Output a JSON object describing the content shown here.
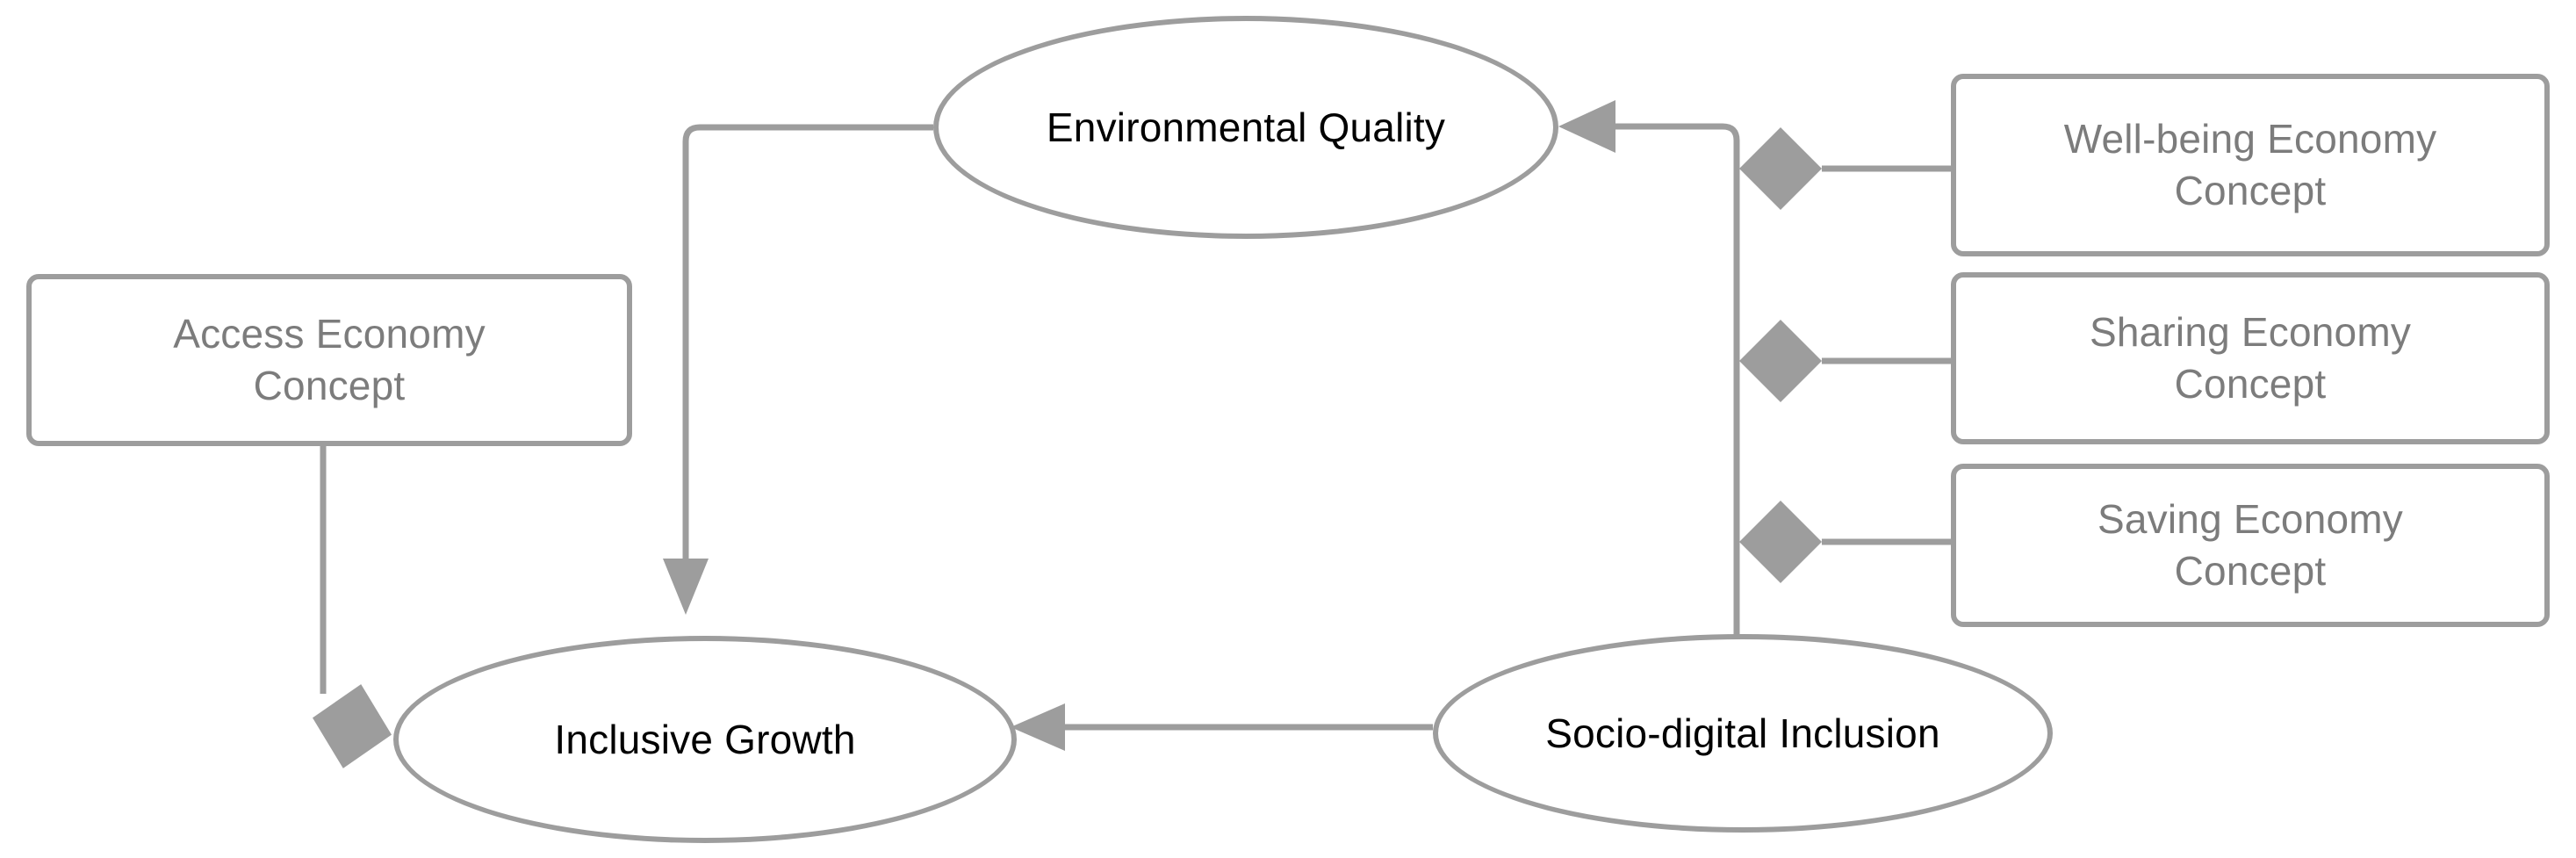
{
  "diagram": {
    "title": "",
    "palette": {
      "stroke": "#9d9d9d",
      "diamond_fill": "#9d9d9d",
      "ellipse_text": "#000000",
      "rect_text": "#7c7c7c",
      "background": "#ffffff"
    },
    "nodes": {
      "environmental_quality": {
        "label": "Environmental Quality",
        "shape": "ellipse"
      },
      "inclusive_growth": {
        "label": "Inclusive Growth",
        "shape": "ellipse"
      },
      "socio_digital_inclusion": {
        "label": "Socio-digital Inclusion",
        "shape": "ellipse"
      },
      "access_economy": {
        "label": "Access Economy\nConcept",
        "line1": "Access Economy",
        "line2": "Concept",
        "shape": "rounded-rect"
      },
      "wellbeing_economy": {
        "label": "Well-being Economy\nConcept",
        "line1": "Well-being Economy",
        "line2": "Concept",
        "shape": "rounded-rect"
      },
      "sharing_economy": {
        "label": "Sharing Economy\nConcept",
        "line1": "Sharing Economy",
        "line2": "Concept",
        "shape": "rounded-rect"
      },
      "saving_economy": {
        "label": "Saving Economy\nConcept",
        "line1": "Saving Economy",
        "line2": "Concept",
        "shape": "rounded-rect"
      }
    },
    "edges": [
      {
        "id": "env-to-inclusive",
        "from": "environmental_quality",
        "to": "inclusive_growth",
        "marker": "arrow",
        "style": "orthogonal"
      },
      {
        "id": "socio-to-inclusive",
        "from": "socio_digital_inclusion",
        "to": "inclusive_growth",
        "marker": "arrow",
        "style": "straight"
      },
      {
        "id": "socio-to-env",
        "from": "socio_digital_inclusion",
        "to": "environmental_quality",
        "marker": "arrow",
        "style": "orthogonal"
      },
      {
        "id": "access-to-inclusive",
        "from": "access_economy",
        "to": "inclusive_growth",
        "marker": "diamond",
        "style": "orthogonal"
      },
      {
        "id": "wellbeing-to-trunk",
        "from": "wellbeing_economy",
        "to": "socio_digital_inclusion",
        "marker": "diamond",
        "style": "orthogonal"
      },
      {
        "id": "sharing-to-trunk",
        "from": "sharing_economy",
        "to": "socio_digital_inclusion",
        "marker": "diamond",
        "style": "orthogonal"
      },
      {
        "id": "saving-to-trunk",
        "from": "saving_economy",
        "to": "socio_digital_inclusion",
        "marker": "diamond",
        "style": "orthogonal"
      }
    ]
  }
}
